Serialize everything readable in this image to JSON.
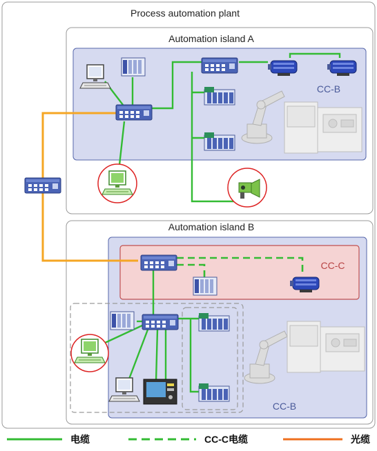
{
  "plant": {
    "title": "Process automation plant"
  },
  "island_a": {
    "title": "Automation island A",
    "cc_label": "CC-B"
  },
  "island_b": {
    "title": "Automation island B",
    "cc_b_label": "CC-B",
    "cc_c_label": "CC-C"
  },
  "legend": {
    "items": [
      {
        "label": "电缆",
        "style": "solid",
        "color": "#33bb33"
      },
      {
        "label": "CC-C电缆",
        "style": "dashed",
        "color": "#33bb33"
      },
      {
        "label": "光缆",
        "style": "solid",
        "color": "#ee6f1e"
      }
    ]
  },
  "colors": {
    "cable": "#33bb33",
    "fiber": "#f5a623",
    "island_fill": "#d6daf0",
    "island_border": "#5566aa",
    "cc_c_fill": "#f5d3d3",
    "cc_c_border": "#c05050",
    "highlight_circle": "#dd2222"
  }
}
